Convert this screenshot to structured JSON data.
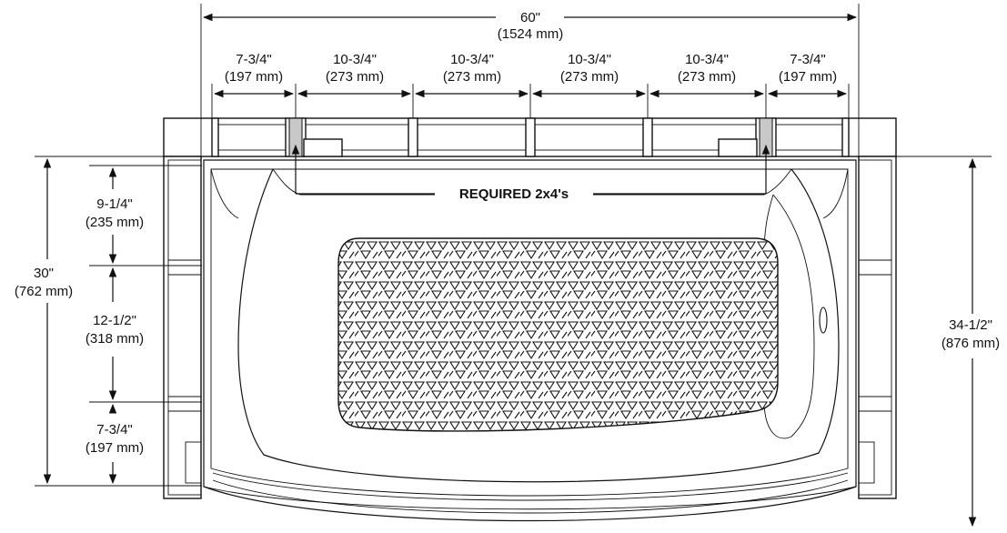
{
  "overall_width": {
    "imperial": "60\"",
    "metric": "(1524 mm)"
  },
  "segments": [
    {
      "imperial": "7-3/4\"",
      "metric": "(197 mm)"
    },
    {
      "imperial": "10-3/4\"",
      "metric": "(273 mm)"
    },
    {
      "imperial": "10-3/4\"",
      "metric": "(273 mm)"
    },
    {
      "imperial": "10-3/4\"",
      "metric": "(273 mm)"
    },
    {
      "imperial": "10-3/4\"",
      "metric": "(273 mm)"
    },
    {
      "imperial": "7-3/4\"",
      "metric": "(197 mm)"
    }
  ],
  "left_height": {
    "imperial": "30\"",
    "metric": "(762 mm)"
  },
  "left_segments": [
    {
      "imperial": "9-1/4\"",
      "metric": "(235 mm)"
    },
    {
      "imperial": "12-1/2\"",
      "metric": "(318 mm)"
    },
    {
      "imperial": "7-3/4\"",
      "metric": "(197 mm)"
    }
  ],
  "right_height": {
    "imperial": "34-1/2\"",
    "metric": "(876 mm)"
  },
  "required_label": "REQUIRED 2x4's"
}
